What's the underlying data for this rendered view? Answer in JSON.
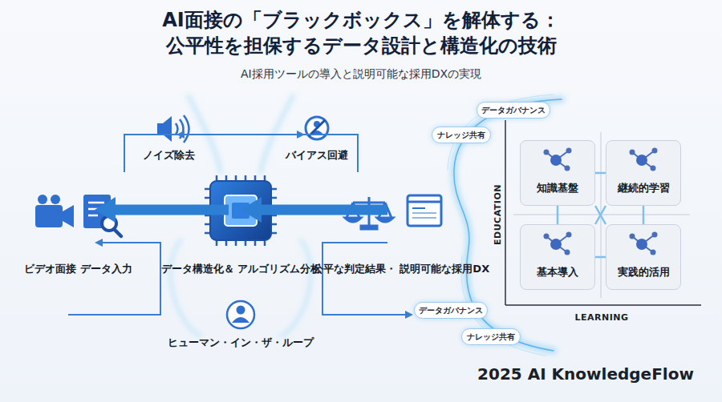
{
  "diagram": {
    "title": "AI面接の「ブラックボックス」を解体する： 公平性を担保するデータ設計と構造化の技術",
    "caption": "AI採用ツールの導入と説明可能な採用DXの実現",
    "nodes": [
      {
        "text": [
          "ノイズ除去"
        ]
      },
      {
        "text": [
          "バイアス回避"
        ]
      },
      {
        "text": [
          "ビデオ面接 データ入力"
        ]
      },
      {
        "text": [
          "データ構造化＆ アルゴリズム分析"
        ]
      },
      {
        "text": [
          "ヒューマン・イン・ザ・ループ"
        ]
      },
      {
        "text": [
          "公平な判定結果・ 説明可能な採用DX"
        ]
      },
      {
        "text": [
          "データガバナンス"
        ]
      },
      {
        "text": [
          "ナレッジ共有"
        ]
      },
      {
        "text": [
          "知識基盤"
        ]
      },
      {
        "text": [
          "継続的学習"
        ]
      },
      {
        "text": [
          "基本導入"
        ]
      },
      {
        "text": [
          "実践的活用"
        ]
      },
      {
        "text": [
          "データガバナンス"
        ]
      },
      {
        "text": [
          "ナレッジ共有"
        ]
      }
    ],
    "edges": [
      {
        "from": 2,
        "to": 3,
        "arrow": "to"
      },
      {
        "from": 3,
        "to": 5,
        "arrow": "to"
      },
      {
        "from": 3,
        "to": 0,
        "arrow": "to"
      },
      {
        "from": 3,
        "to": 1,
        "arrow": "to"
      },
      {
        "from": 4,
        "to": 3,
        "arrow": "to"
      },
      {
        "from": 3,
        "to": 4,
        "arrow": "to"
      },
      {
        "from": 8,
        "to": 9,
        "arrow": "none"
      },
      {
        "from": 10,
        "to": 11,
        "arrow": "none"
      },
      {
        "from": 8,
        "to": 10,
        "arrow": "none"
      },
      {
        "from": 9,
        "to": 11,
        "arrow": "none"
      },
      {
        "from": 8,
        "to": 11,
        "arrow": "none"
      },
      {
        "from": 9,
        "to": 10,
        "arrow": "none"
      }
    ],
    "labels": [
      "EDUCATION",
      "LEARNING",
      "2025 AI KnowledgeFlow"
    ]
  }
}
